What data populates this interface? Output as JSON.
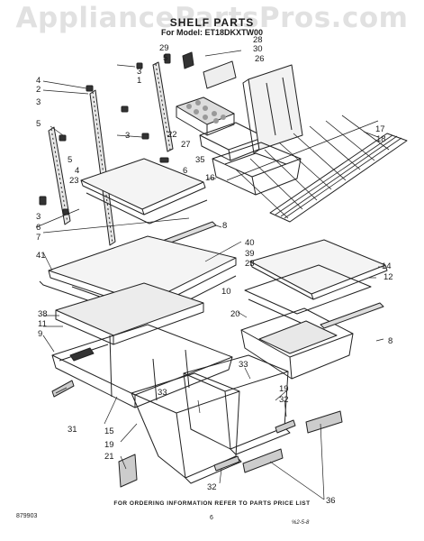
{
  "watermark": "AppliancePartsPros.com",
  "title": "SHELF PARTS",
  "model_line": "For Model: ET18DKXTW00",
  "footer": "FOR ORDERING INFORMATION REFER TO PARTS PRICE LIST",
  "doc_number": "879903",
  "page_number": "6",
  "stamp": "%2-5-8",
  "callouts": [
    "29",
    "28",
    "30",
    "5",
    "26",
    "3",
    "1",
    "4",
    "2",
    "3",
    "5",
    "22",
    "27",
    "3",
    "35",
    "17",
    "18",
    "5",
    "4",
    "6",
    "16",
    "23",
    "3",
    "6",
    "7",
    "8",
    "40",
    "41",
    "39",
    "23",
    "14",
    "12",
    "10",
    "38",
    "20",
    "11",
    "9",
    "8",
    "33",
    "19",
    "33",
    "31",
    "32",
    "15",
    "19",
    "21",
    "32",
    "36"
  ]
}
